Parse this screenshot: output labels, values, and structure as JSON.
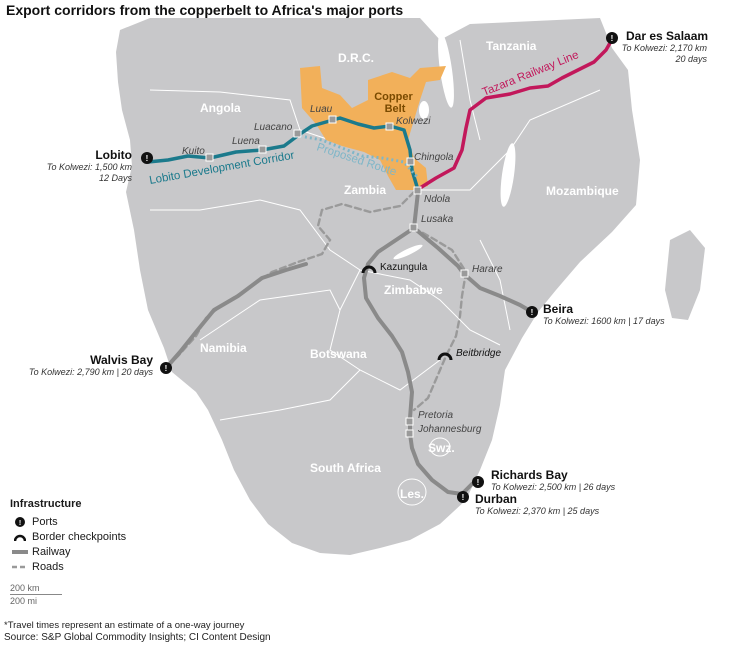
{
  "title": "Export corridors from the copperbelt to Africa's major ports",
  "countries": {
    "drc": "D.R.C.",
    "tanzania": "Tanzania",
    "angola": "Angola",
    "zambia": "Zambia",
    "mozambique": "Mozambique",
    "zimbabwe": "Zimbabwe",
    "namibia": "Namibia",
    "botswana": "Botswana",
    "south_africa": "South Africa",
    "swz": "Swz.",
    "les": "Les."
  },
  "region_label": "Copper Belt",
  "cities": {
    "kuito": "Kuito",
    "luena": "Luena",
    "luacano": "Luacano",
    "luau": "Luau",
    "kolwezi": "Kolwezi",
    "chingola": "Chingola",
    "ndola": "Ndola",
    "lusaka": "Lusaka",
    "harare": "Harare",
    "pretoria": "Pretoria",
    "johannesburg": "Johannesburg"
  },
  "crossings": {
    "kazungula": "Kazungula",
    "beitbridge": "Beitbridge"
  },
  "routes": {
    "lobito_corridor": "Lobito Development Corridor",
    "proposed": "Proposed Route",
    "tazara": "Tazara Railway Line"
  },
  "ports": {
    "dar": {
      "name": "Dar es Salaam",
      "l1": "To Kolwezi: 2,170 km",
      "l2": "20 days"
    },
    "lobito": {
      "name": "Lobito",
      "l1": "To Kolwezi: 1,500 km",
      "l2": "12 Days"
    },
    "beira": {
      "name": "Beira",
      "l1": "To Kolwezi: 1600 km  | 17 days"
    },
    "walvis": {
      "name": "Walvis Bay",
      "l1": "To Kolwezi: 2,790 km | 20 days"
    },
    "richards": {
      "name": "Richards Bay",
      "l1": "To Kolwezi: 2,500 km | 26 days"
    },
    "durban": {
      "name": "Durban",
      "l1": "To Kolwezi: 2,370 km  | 25 days"
    }
  },
  "legend": {
    "title": "Infrastructure",
    "ports": "Ports",
    "border": "Border checkpoints",
    "railway": "Railway",
    "roads": "Roads"
  },
  "scale": {
    "km": "200 km",
    "mi": "200 mi"
  },
  "footnote": "*Travel times represent an estimate of a one-way journey",
  "source": "Source: S&P Global Commodity Insights; CI Content Design",
  "colors": {
    "land": "#c8c8ca",
    "water": "#ffffff",
    "copperbelt": "#f2b05a",
    "lobito_line": "#1b7a8c",
    "proposed_line": "#7fb6c8",
    "tazara": "#c2185b",
    "railway": "#8a8a8a",
    "road": "#9a9a9a"
  }
}
